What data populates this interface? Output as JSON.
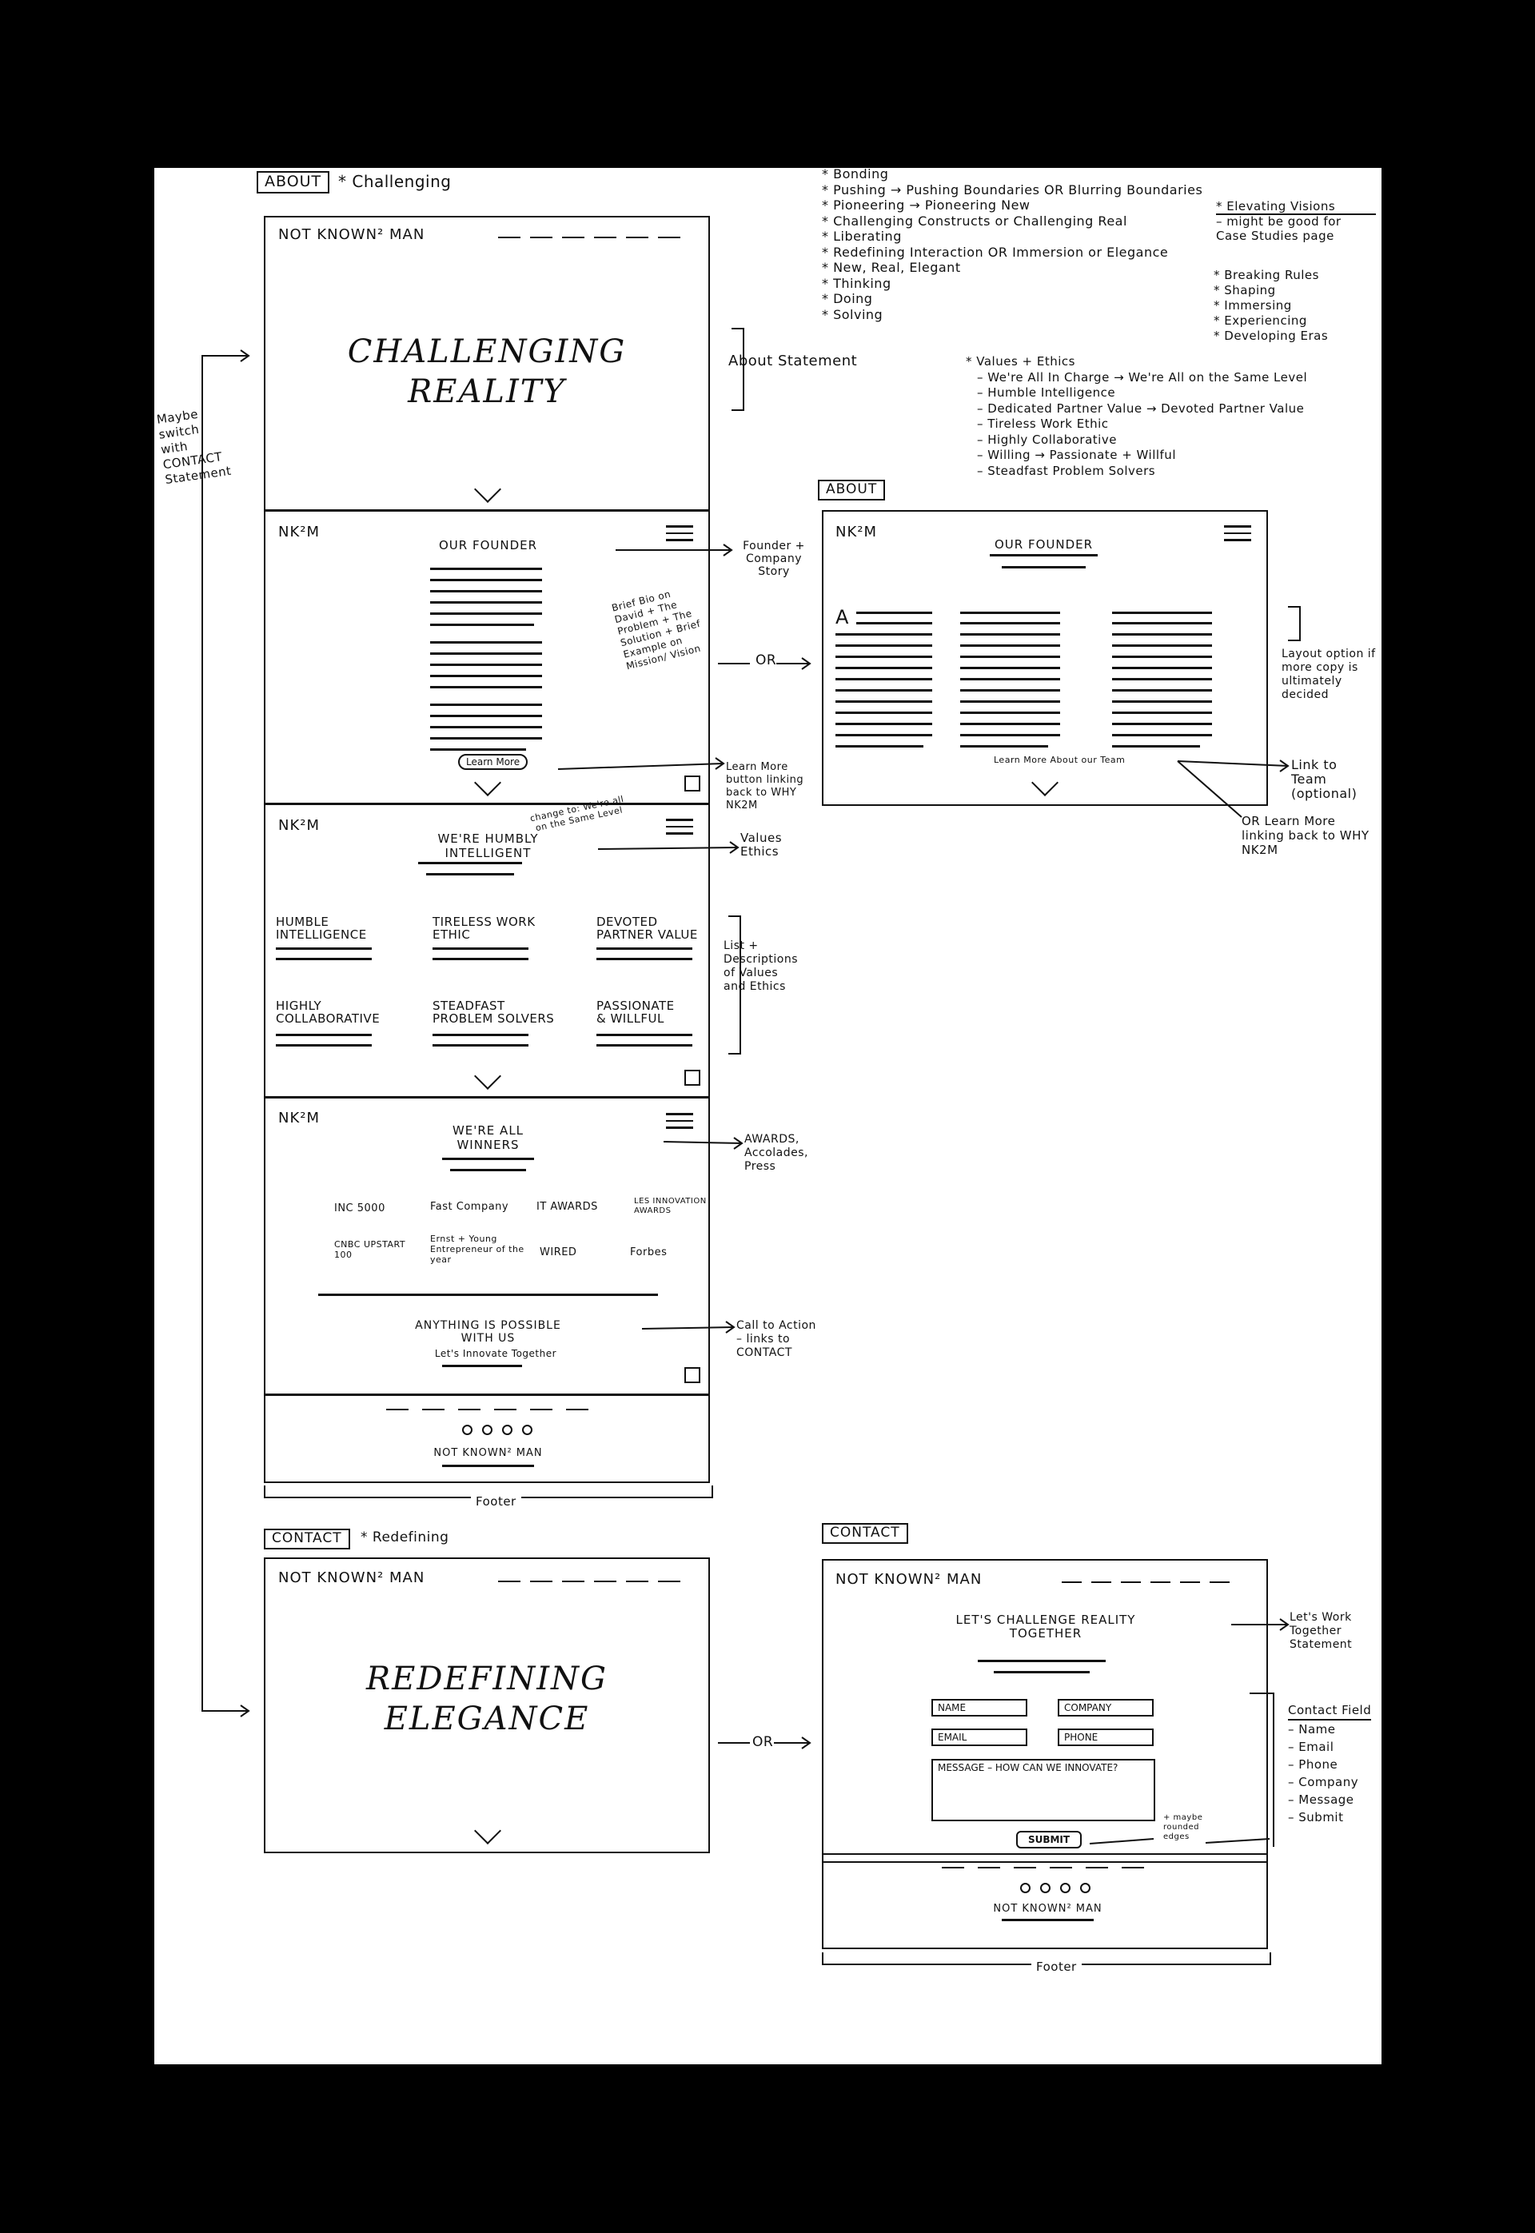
{
  "about_tag": "ABOUT",
  "about_note": "* Challenging",
  "brainstorm": [
    "* Bonding",
    "* Pushing → Pushing Boundaries OR Blurring Boundaries",
    "* Pioneering → Pioneering New",
    "* Challenging Constructs or Challenging Real",
    "* Liberating",
    "* Redefining Interaction OR Immersion or Elegance",
    "* New, Real, Elegant",
    "* Thinking",
    "* Doing",
    "* Solving"
  ],
  "elevating": {
    "title": "* Elevating Visions",
    "sub": "– might be good for Case Studies page"
  },
  "more_words": [
    "* Breaking Rules",
    "* Shaping",
    "* Immersing",
    "* Experiencing",
    "* Developing Eras"
  ],
  "values_list": {
    "title": "* Values + Ethics",
    "items": [
      "– We're All In Charge → We're All on the Same Level",
      "– Humble Intelligence",
      "– Dedicated Partner Value → Devoted Partner Value",
      "– Tireless Work Ethic",
      "– Highly Collaborative",
      "– Willing → Passionate + Willful",
      "– Steadfast Problem Solvers"
    ]
  },
  "left_note": "Maybe switch with CONTACT Statement",
  "hero": {
    "logo": "NOT KNOWN² MAN",
    "title_line1": "CHALLENGING",
    "title_line2": "REALITY"
  },
  "about_statement": "About Statement",
  "founder": {
    "logo": "NK²M",
    "heading": "OUR FOUNDER",
    "margin_note": "Brief Bio on David + The Problem + The Solution + Brief Example on Mission/ Vision",
    "button": "Learn More"
  },
  "founder_story_note": "Founder + Company Story",
  "learn_more_note": "Learn More button linking back to WHY NK2M",
  "or": "OR",
  "about_tag2": "ABOUT",
  "alt": {
    "logo": "NK²M",
    "heading": "OUR FOUNDER",
    "dropcap": "A",
    "link": "Learn More About our Team"
  },
  "layout_note": "Layout option if more copy is ultimately decided",
  "link_team_note": "Link to Team (optional)",
  "or_learn_note": "OR Learn More linking back to WHY NK2M",
  "values": {
    "logo": "NK²M",
    "heading": "WE'RE HUMBLY INTELLIGENT",
    "change_note": "change to: We're all on the Same Level",
    "items": [
      {
        "line1": "HUMBLE",
        "line2": "INTELLIGENCE"
      },
      {
        "line1": "TIRELESS WORK",
        "line2": "ETHIC"
      },
      {
        "line1": "DEVOTED",
        "line2": "PARTNER VALUE"
      },
      {
        "line1": "HIGHLY",
        "line2": "COLLABORATIVE"
      },
      {
        "line1": "STEADFAST",
        "line2": "PROBLEM SOLVERS"
      },
      {
        "line1": "PASSIONATE",
        "line2": "& WILLFUL"
      }
    ]
  },
  "values_note": "Values Ethics",
  "list_note": "List + Descriptions of Values and Ethics",
  "awards": {
    "logo": "NK²M",
    "heading_line1": "WE'RE ALL",
    "heading_line2": "WINNERS",
    "items": [
      {
        "text": "INC 5000"
      },
      {
        "text": "Fast Company"
      },
      {
        "text": "IT AWARDS"
      },
      {
        "text": "LES INNOVATION AWARDS"
      },
      {
        "text": "CNBC UPSTART 100"
      },
      {
        "text": "Ernst + Young Entrepreneur of the year"
      },
      {
        "text": "WIRED"
      },
      {
        "text": "Forbes"
      }
    ],
    "cta_line1": "ANYTHING IS POSSIBLE",
    "cta_line2": "WITH US",
    "cta_sub": "Let's Innovate Together"
  },
  "awards_note": "AWARDS, Accolades, Press",
  "cta_note": "Call to Action – links to CONTACT",
  "footer": {
    "logo": "NOT KNOWN² MAN",
    "label": "Footer"
  },
  "contact_tag": "CONTACT",
  "contact_note": "* Redefining",
  "contact_hero": {
    "logo": "NOT KNOWN² MAN",
    "title_line1": "REDEFINING",
    "title_line2": "ELEGANCE"
  },
  "contact_tag2": "CONTACT",
  "contact_form": {
    "logo": "NOT KNOWN² MAN",
    "heading_line1": "LET'S CHALLENGE REALITY",
    "heading_line2": "TOGETHER",
    "name": "NAME",
    "company": "COMPANY",
    "email": "EMAIL",
    "phone": "PHONE",
    "message": "MESSAGE – HOW CAN WE INNOVATE?",
    "submit": "SUBMIT",
    "rounded_note": "+ maybe rounded edges"
  },
  "lets_work_note": "Let's Work Together Statement",
  "contact_field_note": {
    "title": "Contact Field",
    "items": [
      "– Name",
      "– Email",
      "– Phone",
      "– Company",
      "– Message",
      "– Submit"
    ]
  },
  "footer2": {
    "logo": "NOT KNOWN² MAN",
    "label": "Footer"
  }
}
